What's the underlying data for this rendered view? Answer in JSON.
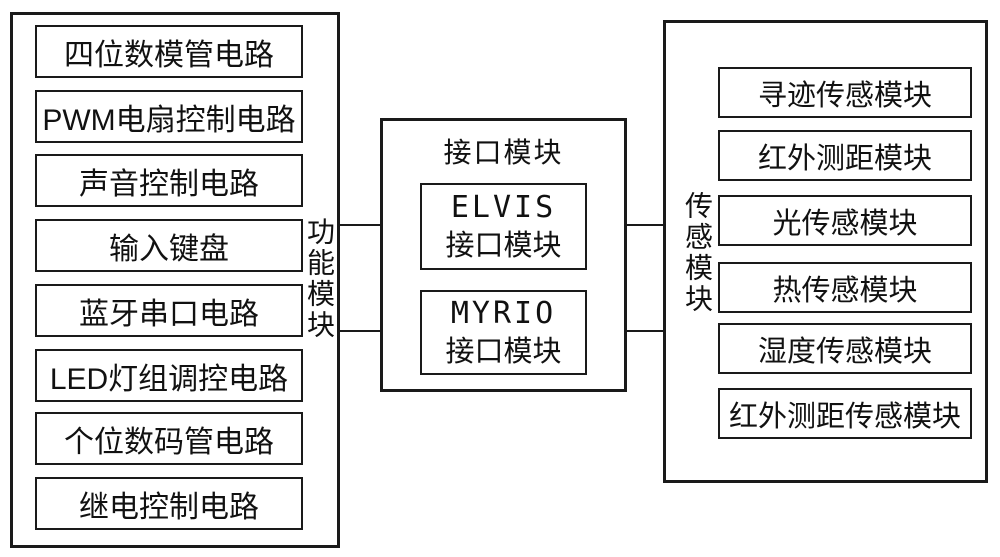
{
  "diagram": {
    "function_panel": {
      "label": "功能模块",
      "items": [
        "四位数模管电路",
        "PWM电扇控制电路",
        "声音控制电路",
        "输入键盘",
        "蓝牙串口电路",
        "LED灯组调控电路",
        "个位数码管电路",
        "继电控制电路"
      ]
    },
    "interface_panel": {
      "title": "接口模块",
      "boxes": [
        {
          "line1": "ELVIS",
          "line2": "接口模块"
        },
        {
          "line1": "MYRIO",
          "line2": "接口模块"
        }
      ]
    },
    "sensor_panel": {
      "label": "传感模块",
      "items": [
        "寻迹传感模块",
        "红外测距模块",
        "光传感模块",
        "热传感模块",
        "湿度传感模块",
        "红外测距传感模块"
      ]
    },
    "connections": [
      {
        "from": "功能模块",
        "to": "ELVIS接口模块"
      },
      {
        "from": "ELVIS接口模块",
        "to": "传感模块"
      },
      {
        "from": "功能模块",
        "to": "MYRIO接口模块"
      },
      {
        "from": "MYRIO接口模块",
        "to": "传感模块"
      }
    ],
    "colors": {
      "line": "#1a1a1a",
      "background": "#ffffff",
      "text": "#111111"
    }
  }
}
